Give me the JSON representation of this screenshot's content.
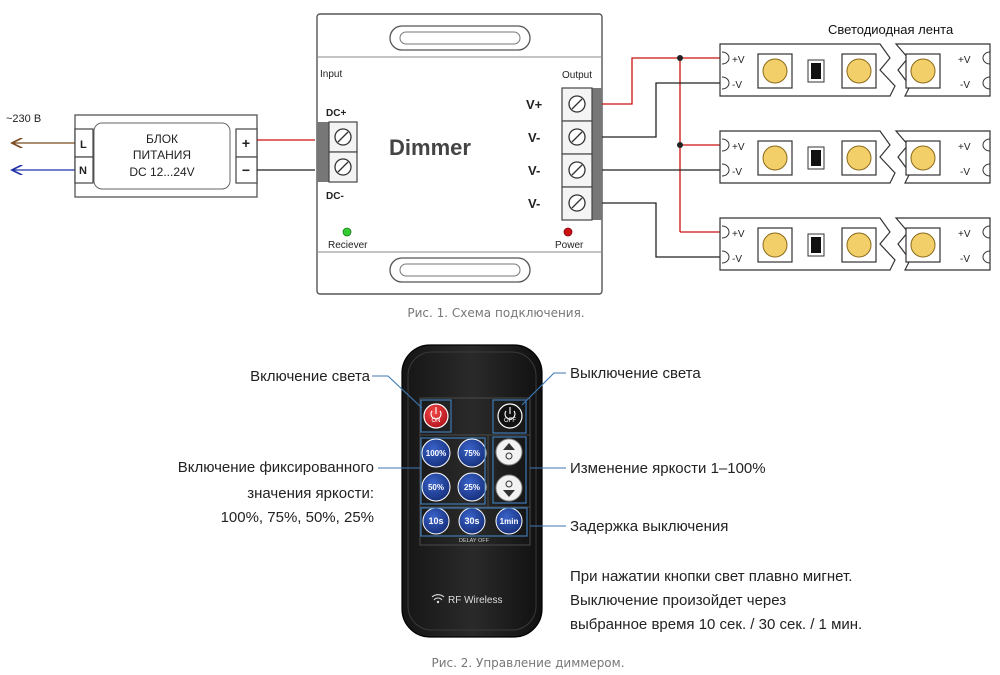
{
  "fig1": {
    "caption": "Рис. 1. Схема подключения.",
    "mains": {
      "voltage": "~230 В",
      "terminal_l": "L",
      "terminal_n": "N",
      "wire_l_color": "#7a4a1e",
      "wire_n_color": "#2233aa"
    },
    "psu": {
      "line1": "БЛОК",
      "line2": "ПИТАНИЯ",
      "line3": "DC 12...24V",
      "plus": "+",
      "minus": "−"
    },
    "dimmer": {
      "title": "Dimmer",
      "input_label": "Input",
      "output_label": "Output",
      "dc_plus": "DC+",
      "dc_minus": "DC-",
      "out_v_plus": "V+",
      "out_v_minus_1": "V-",
      "out_v_minus_2": "V-",
      "out_v_minus_3": "V-",
      "receiver_label": "Reciever",
      "power_label": "Power",
      "receiver_led_color": "#33cc33",
      "power_led_color": "#cc1111"
    },
    "strip": {
      "title": "Светодиодная лента",
      "plus_label": "+V",
      "minus_label": "-V"
    },
    "wire_positive_color": "#cc1111",
    "wire_negative_color": "#222222"
  },
  "fig2": {
    "caption": "Рис. 2. Управление диммером.",
    "remote": {
      "on_label": "ON",
      "off_label": "OFF",
      "btn_100": "100%",
      "btn_75": "75%",
      "btn_50": "50%",
      "btn_25": "25%",
      "btn_10s": "10s",
      "btn_30s": "30s",
      "btn_1min": "1min",
      "delay_label": "DELAY OFF",
      "brand": "RF Wireless",
      "on_color": "#e0202a",
      "preset_color": "#1d3d9c"
    },
    "annotations": {
      "light_on": "Включение света",
      "light_off": "Выключение света",
      "fixed_line1": "Включение фиксированного",
      "fixed_line2": "значения яркости:",
      "fixed_line3": "100%, 75%, 50%, 25%",
      "brightness": "Изменение яркости 1–100%",
      "delay": "Задержка выключения",
      "note_line1": "При нажатии кнопки свет плавно мигнет.",
      "note_line2": "Выключение произойдет через",
      "note_line3": "выбранное время 10 сек. / 30 сек. / 1 мин."
    }
  }
}
